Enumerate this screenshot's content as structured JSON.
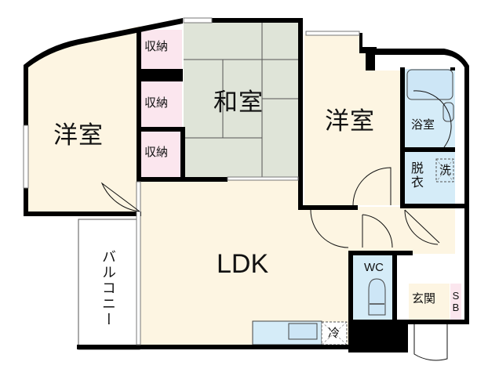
{
  "floor_plan": {
    "rooms": [
      {
        "id": "western-room-left",
        "label": "洋室",
        "type": "Western-style room",
        "fill": "#fdf5e2"
      },
      {
        "id": "japanese-room",
        "label": "和室",
        "type": "Japanese tatami room",
        "fill": "#dfe4d8"
      },
      {
        "id": "western-room-right",
        "label": "洋室",
        "type": "Western-style room",
        "fill": "#fdf5e2"
      },
      {
        "id": "ldk",
        "label": "LDK",
        "type": "Living/Dining/Kitchen",
        "fill": "#fdf5e2"
      },
      {
        "id": "bathroom",
        "label": "浴室",
        "type": "Bathroom",
        "fill": "#d5ecf8"
      },
      {
        "id": "dressing-room",
        "label": "脱衣",
        "type": "Changing room",
        "fill": "#d5ecf8"
      },
      {
        "id": "toilet",
        "label": "WC",
        "type": "Toilet",
        "fill": "#d5ecf8"
      },
      {
        "id": "entrance",
        "label": "玄関",
        "type": "Entrance",
        "fill": "#fdf5e2"
      },
      {
        "id": "balcony",
        "label": "バルコニー",
        "type": "Balcony",
        "fill": "#ffffff"
      }
    ],
    "storage": [
      {
        "label": "収納",
        "fill": "#fbe6ee"
      },
      {
        "label": "収納",
        "fill": "#fbe6ee"
      },
      {
        "label": "収納",
        "fill": "#fbe6ee"
      }
    ],
    "fixtures": {
      "washer_space": "洗",
      "fridge_space": "冷",
      "shoe_box": "SB"
    },
    "colors": {
      "wall": "#000000",
      "room": "#fdf5e2",
      "tatami": "#dfe4d8",
      "wet_area": "#d5ecf8",
      "storage": "#fbe6ee",
      "window": "#888888"
    }
  }
}
